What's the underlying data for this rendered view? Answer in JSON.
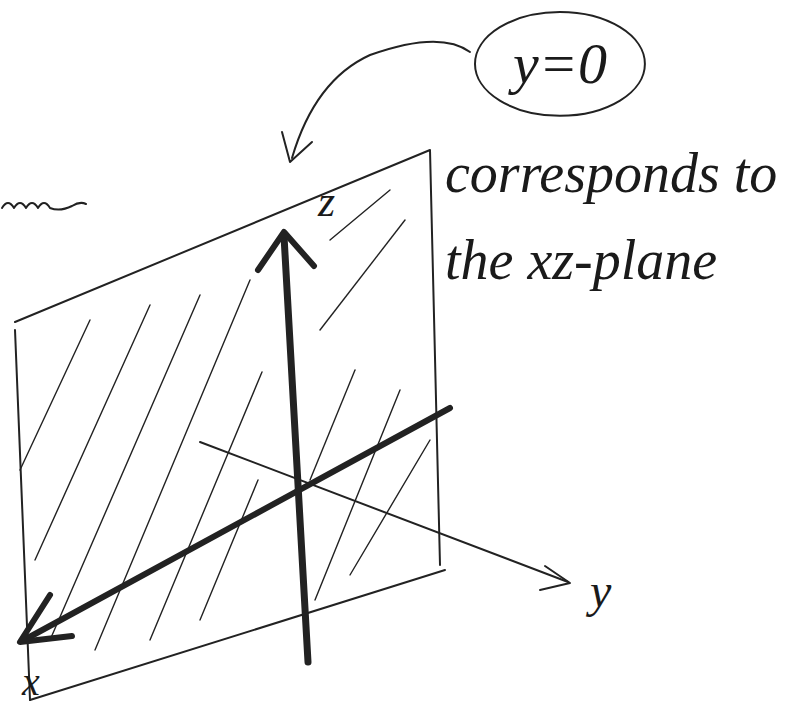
{
  "diagram": {
    "nodes": [
      {
        "text": [
          "y=0"
        ]
      }
    ],
    "labels": [
      "corresponds to the xz-plane",
      "z",
      "y",
      "x"
    ]
  }
}
